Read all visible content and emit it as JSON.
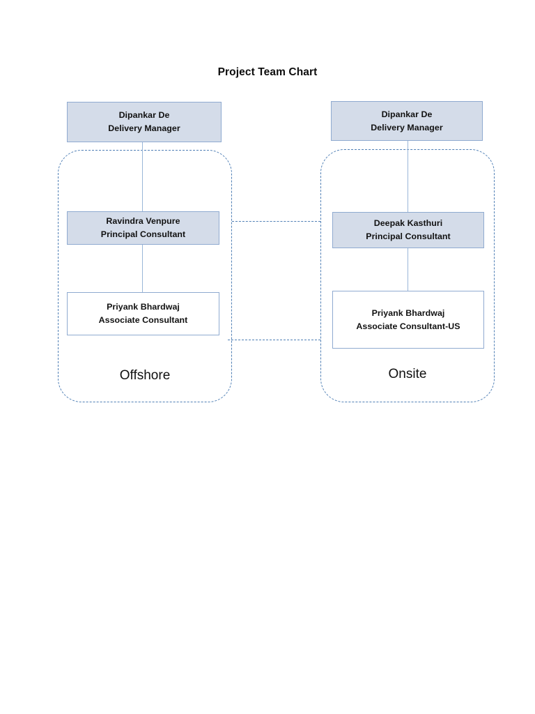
{
  "document": {
    "title": "Project Team Chart"
  },
  "colors": {
    "node_fill": "#d4dce9",
    "node_border": "#8faad0",
    "group_border": "#4f7fb5",
    "connector": "#9ab6d8",
    "page_background": "#ffffff",
    "text": "#111111"
  },
  "chart_data": {
    "type": "diagram",
    "title": "Project Team Chart",
    "groups": [
      {
        "id": "offshore",
        "label": "Offshore",
        "nodes": [
          {
            "id": "offshore-delivery-manager",
            "name": "Dipankar De",
            "role": "Delivery Manager",
            "style": "filled",
            "level": 1
          },
          {
            "id": "offshore-principal-consultant",
            "name": "Ravindra Venpure",
            "role": "Principal Consultant",
            "style": "filled",
            "level": 2
          },
          {
            "id": "offshore-associate-consultant",
            "name": "Priyank Bhardwaj",
            "role": "Associate Consultant",
            "style": "plain",
            "level": 3
          }
        ]
      },
      {
        "id": "onsite",
        "label": "Onsite",
        "nodes": [
          {
            "id": "onsite-delivery-manager",
            "name": "Dipankar De",
            "role": "Delivery Manager",
            "style": "filled",
            "level": 1
          },
          {
            "id": "onsite-principal-consultant",
            "name": "Deepak Kasthuri",
            "role": "Principal Consultant",
            "style": "filled",
            "level": 2
          },
          {
            "id": "onsite-associate-consultant",
            "name": "Priyank Bhardwaj",
            "role": "Associate Consultant-US",
            "style": "plain",
            "level": 3
          }
        ]
      }
    ],
    "connections": [
      {
        "from": "offshore-delivery-manager",
        "to": "offshore-principal-consultant",
        "style": "solid",
        "orientation": "vertical"
      },
      {
        "from": "offshore-principal-consultant",
        "to": "offshore-associate-consultant",
        "style": "solid",
        "orientation": "vertical"
      },
      {
        "from": "onsite-delivery-manager",
        "to": "onsite-principal-consultant",
        "style": "solid",
        "orientation": "vertical"
      },
      {
        "from": "onsite-principal-consultant",
        "to": "onsite-associate-consultant",
        "style": "solid",
        "orientation": "vertical"
      },
      {
        "from": "offshore-principal-consultant",
        "to": "onsite-principal-consultant",
        "style": "dashed",
        "orientation": "horizontal"
      },
      {
        "from": "offshore-associate-consultant",
        "to": "onsite-associate-consultant",
        "style": "dashed",
        "orientation": "horizontal"
      }
    ]
  }
}
